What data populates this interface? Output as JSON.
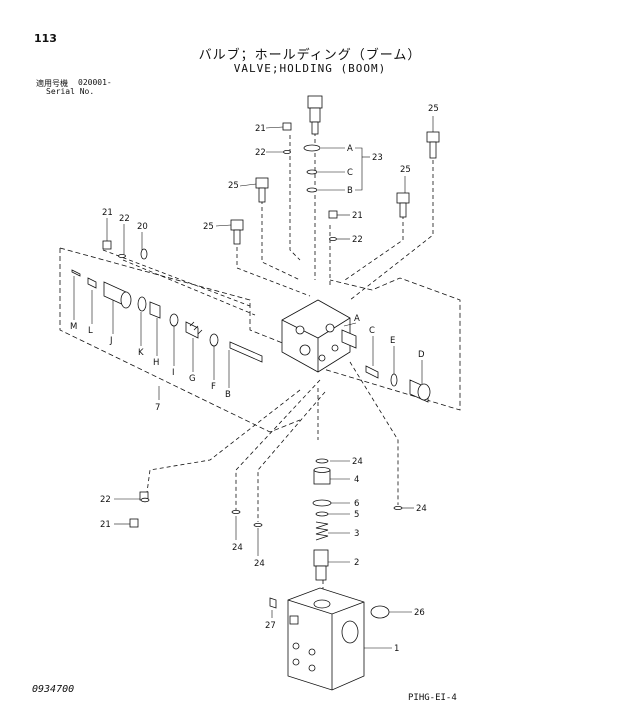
{
  "header": {
    "page_number": "113",
    "title_jp": "バルブ；ホールディング（ブーム）",
    "title_en": "VALVE;HOLDING (BOOM)",
    "serial_label_jp": "適用号機",
    "serial_value": "020001-",
    "serial_label_en": "Serial No."
  },
  "footer": {
    "drawing_number": "0934700",
    "figure_code": "PIHG-EI-4"
  },
  "callouts": {
    "c1": "1",
    "c2": "2",
    "c3": "3",
    "c4": "4",
    "c5": "5",
    "c6": "6",
    "c7": "7",
    "c20": "20",
    "c21a": "21",
    "c21b": "21",
    "c21c": "21",
    "c21d": "21",
    "c22a": "22",
    "c22b": "22",
    "c22c": "22",
    "c22d": "22",
    "c23": "23",
    "c24a": "24",
    "c24b": "24",
    "c24c": "24",
    "c24d": "24",
    "c25a": "25",
    "c25b": "25",
    "c25c": "25",
    "c25d": "25",
    "c26": "26",
    "c27": "27",
    "A1": "A",
    "A2": "A",
    "B1": "B",
    "B2": "B",
    "C1": "C",
    "C2": "C",
    "D": "D",
    "E": "E",
    "F": "F",
    "G": "G",
    "H": "H",
    "I": "I",
    "J": "J",
    "K": "K",
    "L": "L",
    "M": "M"
  }
}
